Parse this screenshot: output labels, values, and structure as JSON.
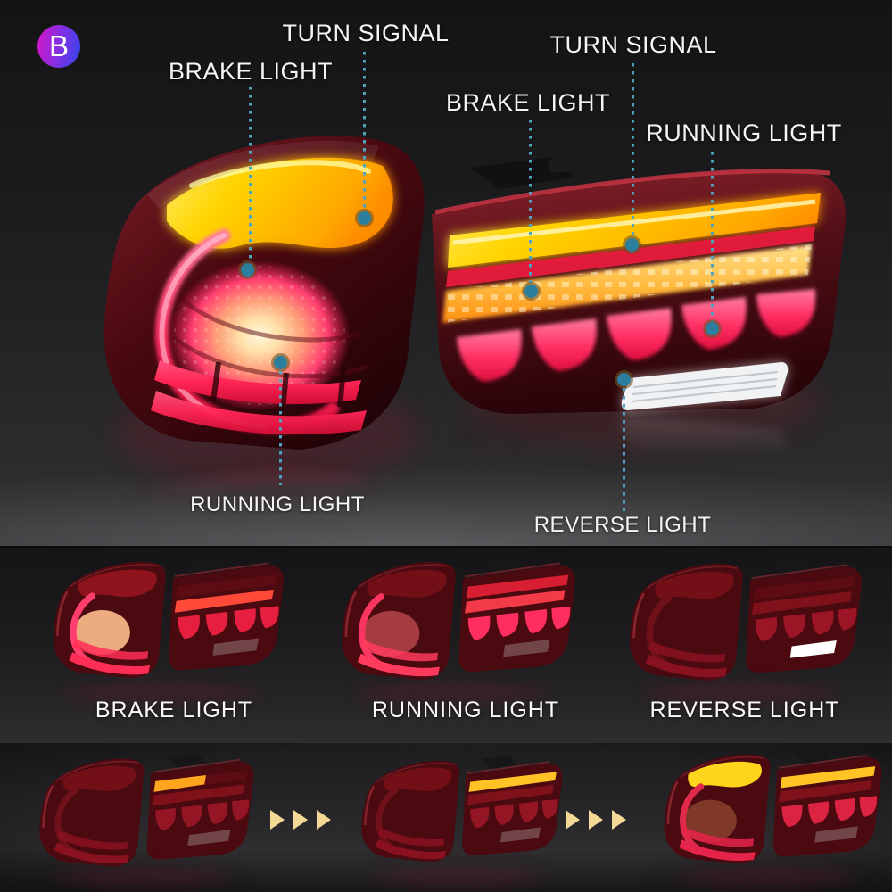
{
  "badge": {
    "letter": "B"
  },
  "hero": {
    "callouts": [
      {
        "label": "TURN SIGNAL"
      },
      {
        "label": "BRAKE LIGHT"
      },
      {
        "label": "TURN SIGNAL"
      },
      {
        "label": "BRAKE LIGHT"
      },
      {
        "label": "RUNNING LIGHT"
      },
      {
        "label": "RUNNING LIGHT"
      },
      {
        "label": "REVERSE LIGHT"
      }
    ]
  },
  "modes": {
    "items": [
      {
        "label": "BRAKE LIGHT"
      },
      {
        "label": "RUNNING LIGHT"
      },
      {
        "label": "REVERSE LIGHT"
      }
    ]
  },
  "sequence": {
    "arrow_icon": "triangle-right-icon",
    "arrow_groups": 2,
    "arrows_per_group": 3
  },
  "colors": {
    "callout_accent": "#4fa3bd",
    "arrow": "#f3d896",
    "turn_signal_yellow": "#ffc400",
    "brake_pink": "#ff2e66",
    "running_amber": "#ffab2e",
    "reverse_white": "#f0f2f4",
    "badge_gradient_start": "#d816c6",
    "badge_gradient_end": "#3246ee",
    "background_dark": "#1a1a1c"
  }
}
